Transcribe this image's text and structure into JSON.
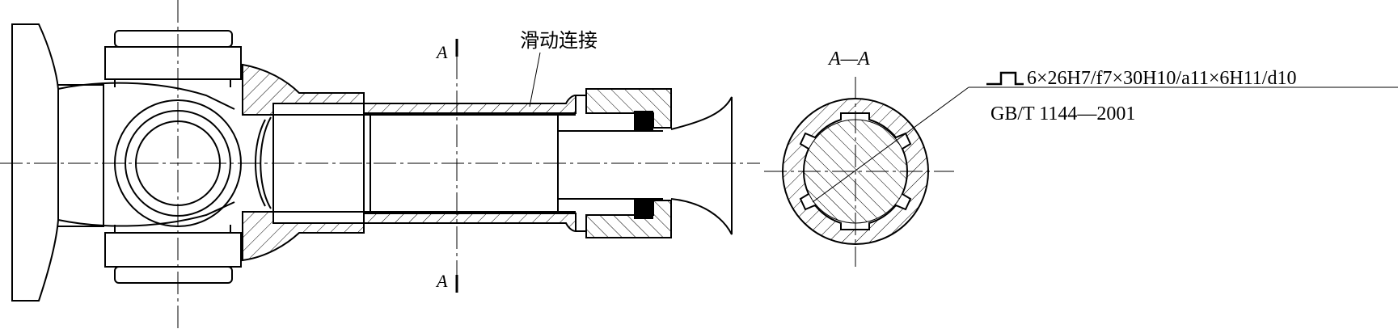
{
  "labels": {
    "sliding_joint": "滑动连接",
    "section_mark_top": "A",
    "section_mark_bottom": "A",
    "section_title": "A—A",
    "spline_spec": "6×26H7/f7×30H10/a11×6H11/d10",
    "standard": "GB/T  1144—2001"
  },
  "icons": {
    "spline_symbol": "rectangular-spline-symbol"
  },
  "colors": {
    "line": "#000000",
    "background": "#ffffff"
  }
}
